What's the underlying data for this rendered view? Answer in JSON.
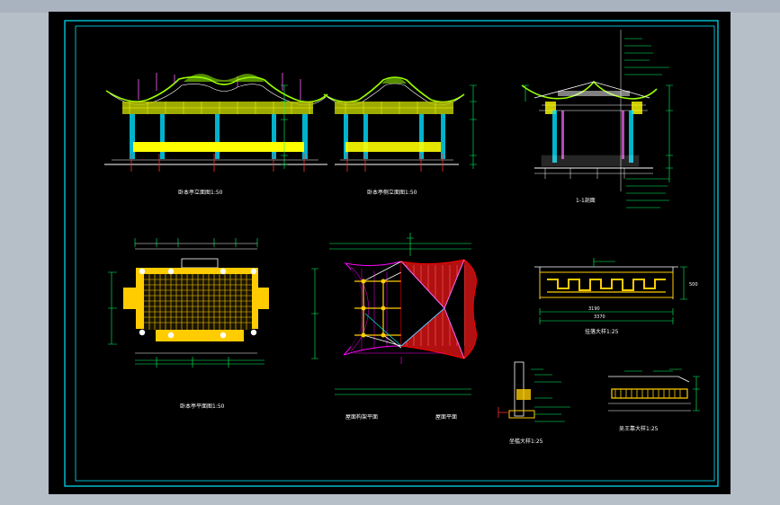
{
  "drawing": {
    "views": {
      "front_elevation": "卧本亭立面图1:50",
      "side_elevation": "卧本亭侧立面图1:50",
      "section": "1-1剖面",
      "plan": "卧本亭平面图1:50",
      "roof_frame_plan": "屋面构架平面",
      "roof_plan": "屋面平面",
      "lintel_detail": "挂落大样1:25",
      "seat_detail": "坐槛大样1:25",
      "beauty_rail_detail": "吴王靠大样1:25"
    },
    "dimensions": {
      "lintel_width": "3370",
      "lintel_height": "500",
      "lintel_span": "3190"
    }
  }
}
